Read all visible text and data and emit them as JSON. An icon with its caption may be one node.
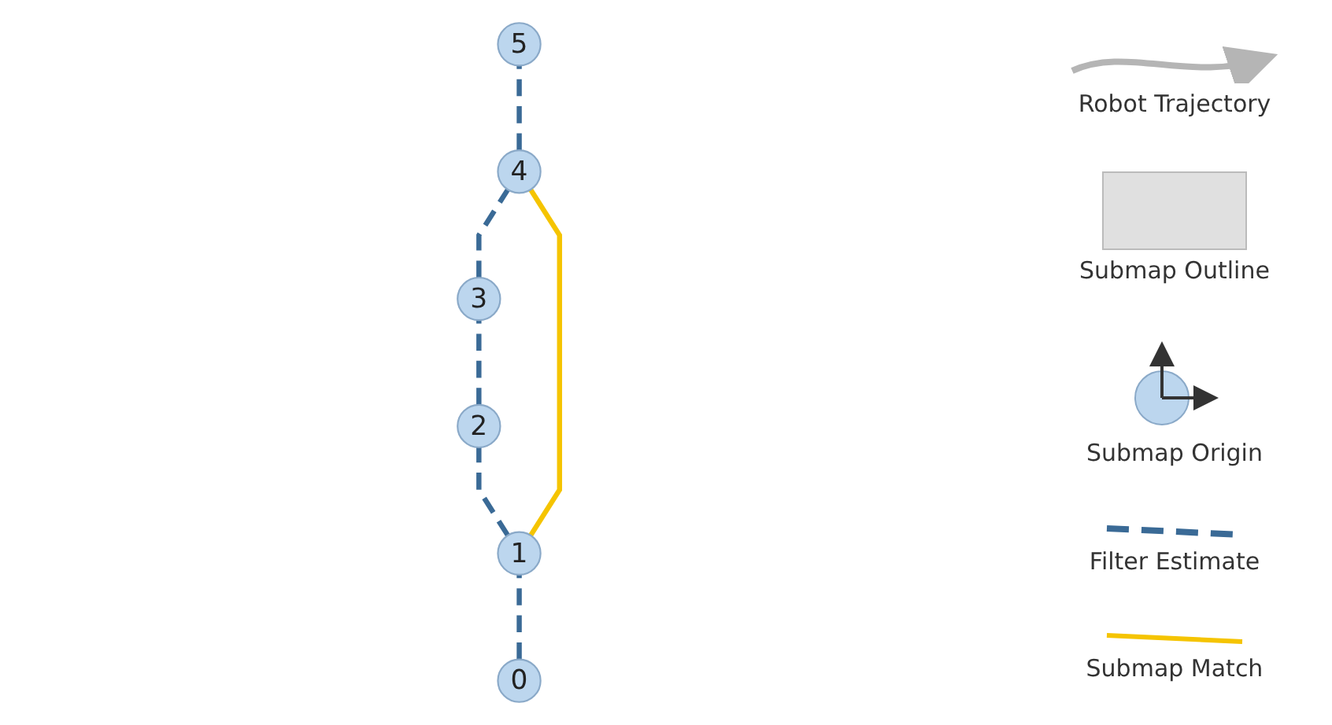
{
  "diagram": {
    "nodes": [
      {
        "text": [
          "0"
        ]
      },
      {
        "text": [
          "1"
        ]
      },
      {
        "text": [
          "2"
        ]
      },
      {
        "text": [
          "3"
        ]
      },
      {
        "text": [
          "4"
        ]
      },
      {
        "text": [
          "5"
        ]
      }
    ],
    "edges": [
      {
        "from": 0,
        "to": 1,
        "arrow": "none",
        "style": "dashed"
      },
      {
        "from": 1,
        "to": 2,
        "arrow": "none",
        "style": "dashed"
      },
      {
        "from": 2,
        "to": 3,
        "arrow": "none",
        "style": "dashed"
      },
      {
        "from": 3,
        "to": 4,
        "arrow": "none",
        "style": "dashed"
      },
      {
        "from": 4,
        "to": 5,
        "arrow": "none",
        "style": "dashed"
      },
      {
        "from": 4,
        "to": 1,
        "arrow": "none",
        "color": "#f5c400"
      }
    ],
    "legend": [
      {
        "text": "Robot Trajectory"
      },
      {
        "text": "Submap Outline",
        "color": "#e0e0e0"
      },
      {
        "text": "Submap Origin"
      },
      {
        "text": "Filter Estimate"
      },
      {
        "text": "Submap Match"
      }
    ]
  }
}
